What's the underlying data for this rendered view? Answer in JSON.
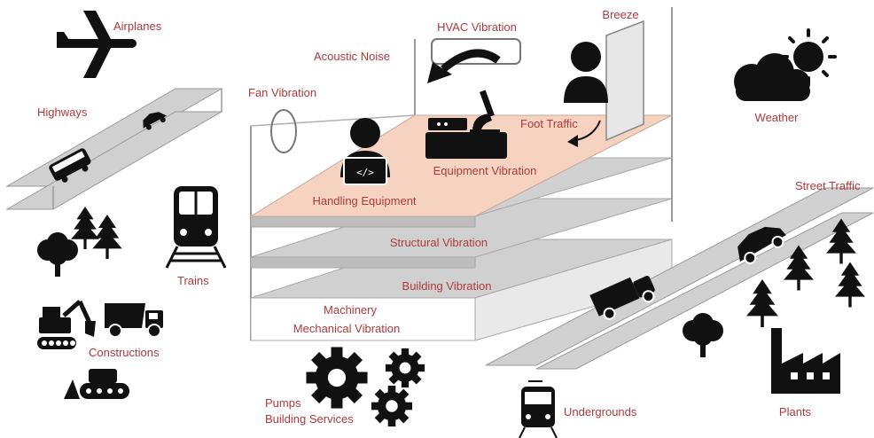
{
  "colors": {
    "label": "#b03a3a",
    "floor": "#d0d0d0",
    "floor_edge": "#a8a8a8",
    "top_floor": "#f6d3c1",
    "icon": "#111111",
    "frame": "#9a9a9a"
  },
  "labels": {
    "airplanes": "Airplanes",
    "highways": "Highways",
    "trains": "Trains",
    "constructions": "Constructions",
    "pumps": "Pumps",
    "building_services": "Building Services",
    "undergrounds": "Undergrounds",
    "plants": "Plants",
    "street_traffic": "Street Traffic",
    "weather": "Weather",
    "breeze": "Breeze",
    "hvac_vibration": "HVAC Vibration",
    "acoustic_noise": "Acoustic Noise",
    "fan_vibration": "Fan Vibration",
    "foot_traffic": "Foot Traffic",
    "equipment_vibration": "Equipment Vibration",
    "handling_equipment": "Handling Equipment",
    "structural_vibration": "Structural Vibration",
    "building_vibration": "Building Vibration",
    "machinery": "Machinery",
    "mechanical_vibration": "Mechanical Vibration"
  },
  "icons": [
    "airplane-icon",
    "car-icon",
    "bus-icon",
    "tree-icon",
    "train-icon",
    "excavator-icon",
    "dump-truck-icon",
    "bulldozer-icon",
    "gear-icon",
    "tram-icon",
    "truck-icon",
    "factory-icon",
    "sun-icon",
    "cloud-icon",
    "person-icon",
    "laptop-icon",
    "microscope-icon",
    "lab-instrument-icon",
    "hvac-unit-icon",
    "arrow-icon",
    "door-icon",
    "fan-icon"
  ]
}
